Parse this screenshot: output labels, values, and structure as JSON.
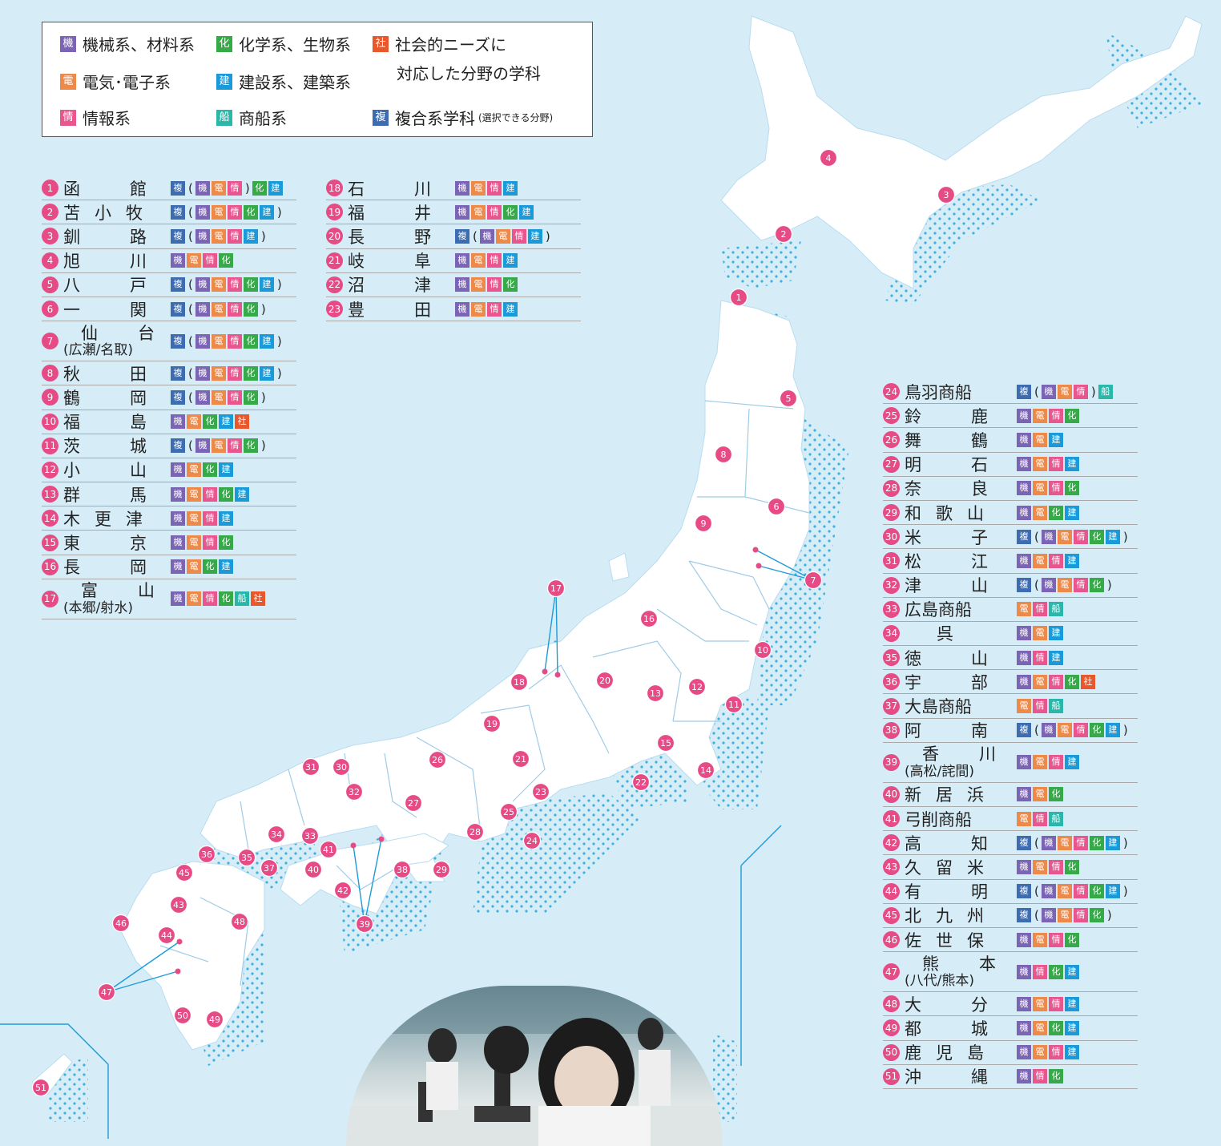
{
  "legend": {
    "items": [
      {
        "badge": "機",
        "badge_class": "b-ki",
        "label": "機械系、材料系"
      },
      {
        "badge": "化",
        "badge_class": "b-ka",
        "label": "化学系、生物系"
      },
      {
        "badge": "社",
        "badge_class": "b-sh",
        "label": "社会的ニーズに"
      },
      {
        "badge": "電",
        "badge_class": "b-de",
        "label": "電気･電子系"
      },
      {
        "badge": "建",
        "badge_class": "b-ke",
        "label": "建設系、建築系"
      },
      {
        "badge": "情",
        "badge_class": "b-jo",
        "label": "情報系"
      },
      {
        "badge": "船",
        "badge_class": "b-fu",
        "label": "商船系"
      },
      {
        "badge": "複",
        "badge_class": "b-fk",
        "label": "複合系学科"
      }
    ],
    "shakai_line2": "対応した分野の学科",
    "fukugo_note": "(選択できる分野)"
  },
  "schools": [
    {
      "n": "1",
      "name": "函館",
      "badges": "複(機電情)化建"
    },
    {
      "n": "2",
      "name": "苫小牧",
      "badges": "複(機電情化建)"
    },
    {
      "n": "3",
      "name": "釧路",
      "badges": "複(機電情建)"
    },
    {
      "n": "4",
      "name": "旭川",
      "badges": "機電情化"
    },
    {
      "n": "5",
      "name": "八戸",
      "badges": "複(機電情化建)"
    },
    {
      "n": "6",
      "name": "一関",
      "badges": "複(機電情化)"
    },
    {
      "n": "7",
      "name": "仙台",
      "sub": "(広瀬/名取)",
      "badges": "複(機電情化建)"
    },
    {
      "n": "8",
      "name": "秋田",
      "badges": "複(機電情化建)"
    },
    {
      "n": "9",
      "name": "鶴岡",
      "badges": "複(機電情化)"
    },
    {
      "n": "10",
      "name": "福島",
      "badges": "機電化建社"
    },
    {
      "n": "11",
      "name": "茨城",
      "badges": "複(機電情化)"
    },
    {
      "n": "12",
      "name": "小山",
      "badges": "機電化建"
    },
    {
      "n": "13",
      "name": "群馬",
      "badges": "機電情化建"
    },
    {
      "n": "14",
      "name": "木更津",
      "badges": "機電情建"
    },
    {
      "n": "15",
      "name": "東京",
      "badges": "機電情化"
    },
    {
      "n": "16",
      "name": "長岡",
      "badges": "機電化建"
    },
    {
      "n": "17",
      "name": "富山",
      "sub": "(本郷/射水)",
      "badges": "機電情化船社"
    },
    {
      "n": "18",
      "name": "石川",
      "badges": "機電情建"
    },
    {
      "n": "19",
      "name": "福井",
      "badges": "機電情化建"
    },
    {
      "n": "20",
      "name": "長野",
      "badges": "複(機電情建)"
    },
    {
      "n": "21",
      "name": "岐阜",
      "badges": "機電情建"
    },
    {
      "n": "22",
      "name": "沼津",
      "badges": "機電情化"
    },
    {
      "n": "23",
      "name": "豊田",
      "badges": "機電情建"
    },
    {
      "n": "24",
      "name": "鳥羽商船",
      "badges": "複(機電情)船"
    },
    {
      "n": "25",
      "name": "鈴鹿",
      "badges": "機電情化"
    },
    {
      "n": "26",
      "name": "舞鶴",
      "badges": "機電建"
    },
    {
      "n": "27",
      "name": "明石",
      "badges": "機電情建"
    },
    {
      "n": "28",
      "name": "奈良",
      "badges": "機電情化"
    },
    {
      "n": "29",
      "name": "和歌山",
      "badges": "機電化建"
    },
    {
      "n": "30",
      "name": "米子",
      "badges": "複(機電情化建)"
    },
    {
      "n": "31",
      "name": "松江",
      "badges": "機電情建"
    },
    {
      "n": "32",
      "name": "津山",
      "badges": "複(機電情化)"
    },
    {
      "n": "33",
      "name": "広島商船",
      "badges": "電情船"
    },
    {
      "n": "34",
      "name": "呉",
      "badges": "機電建"
    },
    {
      "n": "35",
      "name": "徳山",
      "badges": "機情建"
    },
    {
      "n": "36",
      "name": "宇部",
      "badges": "機電情化社"
    },
    {
      "n": "37",
      "name": "大島商船",
      "badges": "電情船"
    },
    {
      "n": "38",
      "name": "阿南",
      "badges": "複(機電情化建)"
    },
    {
      "n": "39",
      "name": "香川",
      "sub": "(高松/詫間)",
      "badges": "機電情建"
    },
    {
      "n": "40",
      "name": "新居浜",
      "badges": "機電化"
    },
    {
      "n": "41",
      "name": "弓削商船",
      "badges": "電情船"
    },
    {
      "n": "42",
      "name": "高知",
      "badges": "複(機電情化建)"
    },
    {
      "n": "43",
      "name": "久留米",
      "badges": "機電情化"
    },
    {
      "n": "44",
      "name": "有明",
      "badges": "複(機電情化建)"
    },
    {
      "n": "45",
      "name": "北九州",
      "badges": "複(機電情化)"
    },
    {
      "n": "46",
      "name": "佐世保",
      "badges": "機電情化"
    },
    {
      "n": "47",
      "name": "熊本",
      "sub": "(八代/熊本)",
      "badges": "機情化建"
    },
    {
      "n": "48",
      "name": "大分",
      "badges": "機電情建"
    },
    {
      "n": "49",
      "name": "都城",
      "badges": "機電化建"
    },
    {
      "n": "50",
      "name": "鹿児島",
      "badges": "機電情建"
    },
    {
      "n": "51",
      "name": "沖縄",
      "badges": "機情化"
    }
  ]
}
